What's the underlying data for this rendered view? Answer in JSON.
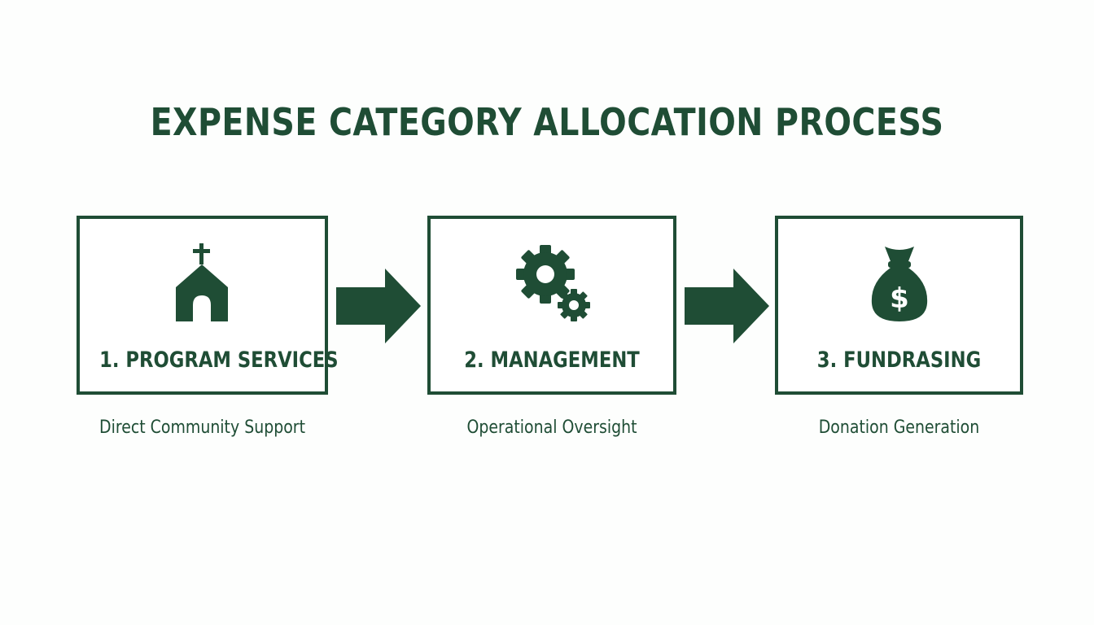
{
  "diagram": {
    "title": "EXPENSE CATEGORY ALLOCATION PROCESS",
    "accent_color": "#1f4d35",
    "steps": [
      {
        "label": "1. PROGRAM SERVICES",
        "caption": "Direct Community Support",
        "icon": "church-icon"
      },
      {
        "label": "2. MANAGEMENT",
        "caption": "Operational Oversight",
        "icon": "gears-icon"
      },
      {
        "label": "3. FUNDRASING",
        "caption": "Donation Generation",
        "icon": "money-bag-icon"
      }
    ],
    "connectors": [
      "right-arrow-icon",
      "right-arrow-icon"
    ]
  }
}
